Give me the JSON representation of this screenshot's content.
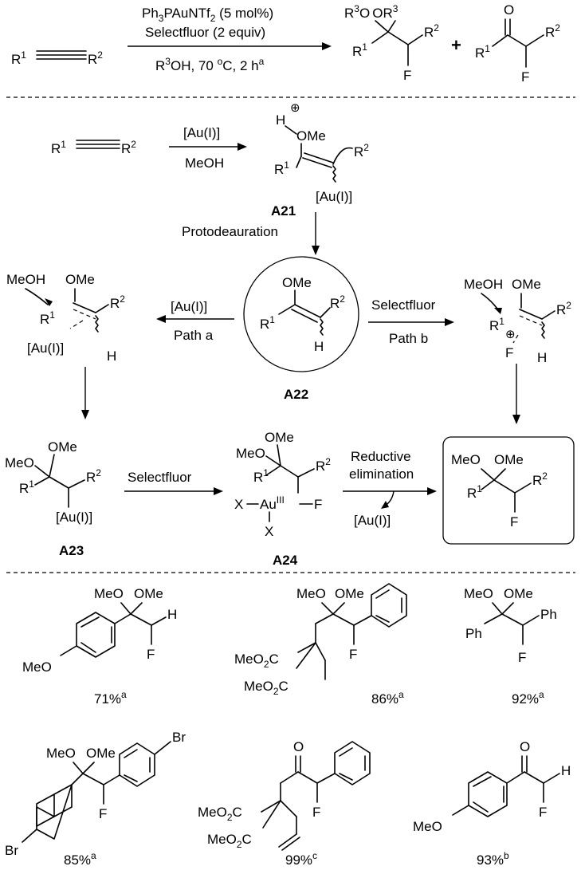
{
  "reaction": {
    "reactant_r1": "R",
    "reactant_r2": "R",
    "sup1": "1",
    "sup2": "2",
    "sup3": "3",
    "cond1_a": "Ph",
    "cond1_b": "3",
    "cond1_c": "PAuNTf",
    "cond1_d": "2",
    "cond1_e": " (5 mol%)",
    "cond2": "Selectfluor (2 equiv)",
    "cond3_a": "R",
    "cond3_b": "3",
    "cond3_c": "OH, 70 ",
    "cond3_d": "o",
    "cond3_e": "C, 2 h",
    "cond3_f": "a",
    "plus": "+",
    "F": "F",
    "O": "O"
  },
  "mechanism": {
    "step1_reagent": "[Au(I)]",
    "step1_solvent": "MeOH",
    "A21_label": "A21",
    "A22_label": "A22",
    "A23_label": "A23",
    "A24_label": "A24",
    "protodeauration": "Protodeauration",
    "path_a_reagent": "[Au(I)]",
    "path_a": "Path a",
    "path_b_reagent": "Selectfluor",
    "path_b": "Path b",
    "selectfluor": "Selectfluor",
    "reductive": "Reductive",
    "elimination": "elimination",
    "au_released": "[Au(I)]",
    "meoh": "MeOH",
    "ome": "OMe",
    "meo": "MeO",
    "au": "[Au(I)]",
    "H": "H",
    "F": "F",
    "X": "X",
    "Au": "Au",
    "AuIII": "III",
    "plus": "⊕"
  },
  "products": {
    "p1_yield": "71%",
    "p1_sup": "a",
    "p2_yield": "86%",
    "p2_sup": "a",
    "p3_yield": "92%",
    "p3_sup": "a",
    "p4_yield": "85%",
    "p4_sup": "a",
    "p5_yield": "99%",
    "p5_sup": "c",
    "p6_yield": "93%",
    "p6_sup": "b",
    "MeO": "MeO",
    "OMe": "OMe",
    "Ph": "Ph",
    "Br": "Br",
    "H": "H",
    "F": "F",
    "O": "O",
    "MeO2C_a": "MeO",
    "MeO2C_b": "2",
    "MeO2C_c": "C"
  }
}
